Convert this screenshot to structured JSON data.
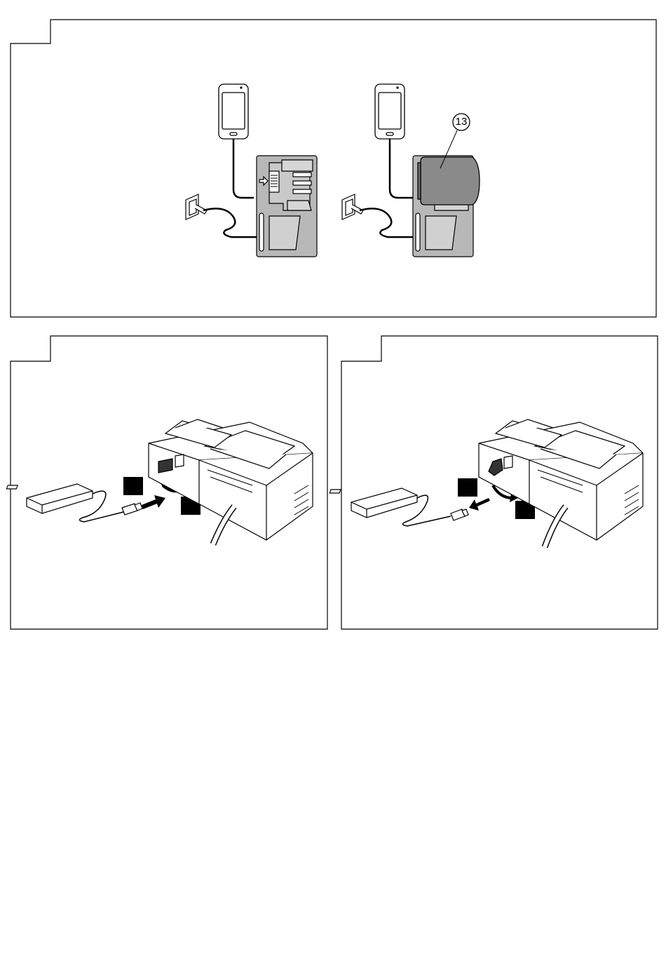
{
  "panels": [
    {
      "id": "top",
      "label": ""
    },
    {
      "id": "bottom-left",
      "label": ""
    },
    {
      "id": "bottom-right",
      "label": ""
    }
  ],
  "callouts": {
    "battery_number": "13"
  },
  "colors": {
    "line": "#000000",
    "charger_fill": "#b8b8b8",
    "battery_fill": "#8a8a8a",
    "step_box": "#000000",
    "background": "#ffffff"
  }
}
